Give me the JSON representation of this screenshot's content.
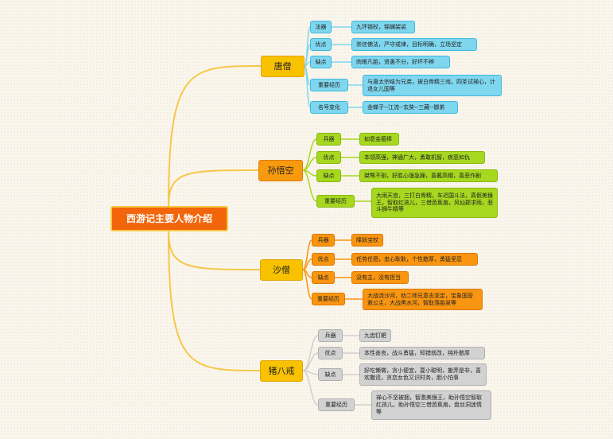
{
  "root": {
    "title": "西游记主要人物介绍"
  },
  "colors": {
    "background": "#fbf6ec",
    "root_fill": "#f2650a",
    "root_border": "#f5c84a",
    "trunk_line": "#f5c84a",
    "tang_line": "#7fd7ef",
    "sun_line": "#a6d81f",
    "sha_line": "#f99510",
    "zhu_line": "#cfcfcf"
  },
  "branches": [
    {
      "name": "唐僧",
      "items": [
        {
          "label": "法器",
          "text": "九环锡杖，锦斓袈裟"
        },
        {
          "label": "优点",
          "text": "崇信佛法，严守戒律，目标明确，立场坚定"
        },
        {
          "label": "缺点",
          "text": "肉眼凡胎，贤愚不分，好坏不辨"
        },
        {
          "label": "重要经历",
          "text": "与唐太宗结为兄弟，被白骨精三戏，四圣试禅心，计退女儿国等"
        },
        {
          "label": "名号变化",
          "text": "金蝉子--江流--玄奘--三藏--御弟"
        }
      ]
    },
    {
      "name": "孙悟空",
      "items": [
        {
          "label": "兵器",
          "text": "如意金箍棒"
        },
        {
          "label": "优点",
          "text": "本领高强，神通广大，勇敢机智，疾恶如仇"
        },
        {
          "label": "缺点",
          "text": "桀骜不驯，好胜心强急躁，喜戴高帽，喜恶作剧"
        },
        {
          "label": "重要经历",
          "text": "大闹天宫，三打白骨精，车迟国斗法，真假美猴王，智取红孩儿，三借芭蕉扇，风仙郡求雨，悲斗狮牛精等"
        }
      ]
    },
    {
      "name": "沙僧",
      "items": [
        {
          "label": "兵器",
          "text": "降妖宝杖"
        },
        {
          "label": "优点",
          "text": "任劳任怨，忠心耿耿，个性憨厚，勇猛坚忍"
        },
        {
          "label": "缺点",
          "text": "没有主，没有担当"
        },
        {
          "label": "重要经历",
          "text": "大战流沙河，劝二师兄意志坚定，宝象国营救公主，大战黑水河，智取落胎泉等"
        }
      ]
    },
    {
      "name": "猪八戒",
      "items": [
        {
          "label": "兵器",
          "text": "九齿钉耙"
        },
        {
          "label": "优点",
          "text": "本性善良，战斗勇猛，知错就改，纯朴憨厚"
        },
        {
          "label": "缺点",
          "text": "好吃懒做，贪小便宜，耍小聪明，搬弄是非，喜欢撒谎，贪恋女色又识时务，胆小怕事"
        },
        {
          "label": "重要经历",
          "text": "禅心不坚被捆，智激美猴王，助孙悟空智取红孩儿，助孙悟空三借芭蕉扇，盘丝洞迷情等"
        }
      ]
    }
  ]
}
